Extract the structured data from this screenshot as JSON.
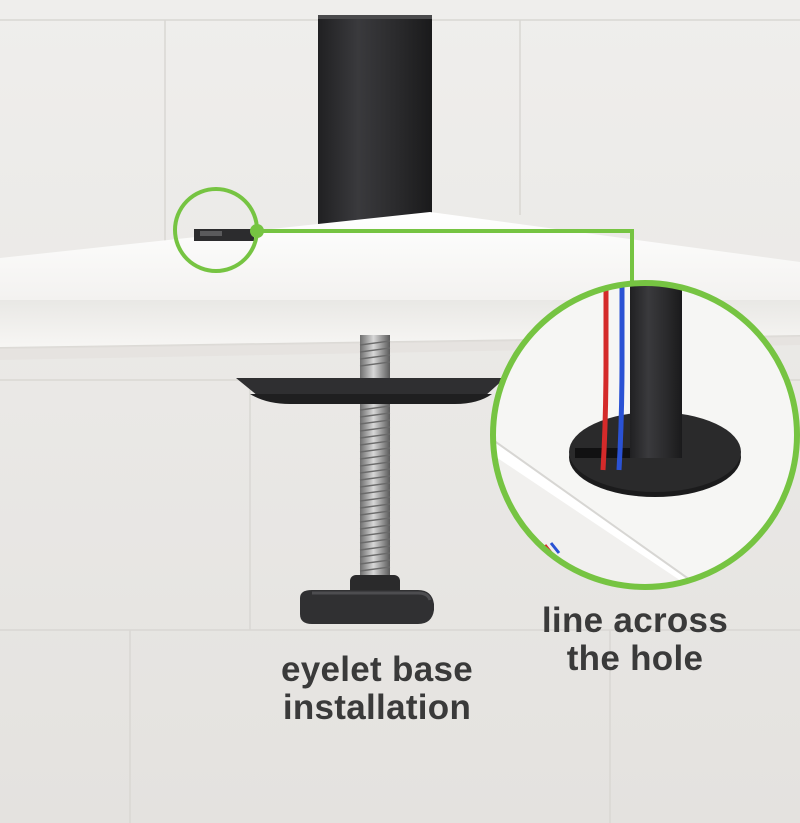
{
  "image": {
    "label_eyelet": [
      "eyelet base",
      "installation"
    ],
    "label_line": [
      "line across",
      "the hole"
    ],
    "colors": {
      "callout_green": "#76c442",
      "pole": "#2b2b2d",
      "desk": "#fbfbfa",
      "wall": "#e6e4e1",
      "cable_red": "#d42a2a",
      "cable_blue": "#2a52d4",
      "text": "#3a3a3a"
    }
  }
}
